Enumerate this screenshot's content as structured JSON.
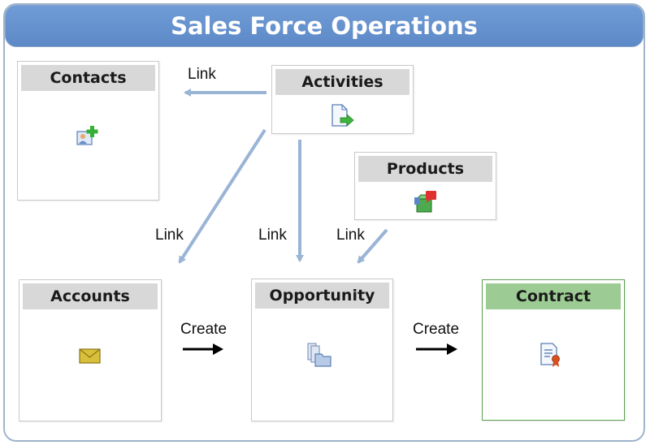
{
  "title": "Sales Force Operations",
  "nodes": {
    "contacts": {
      "label": "Contacts",
      "icon": "contact-add-icon"
    },
    "activities": {
      "label": "Activities",
      "icon": "document-forward-icon"
    },
    "products": {
      "label": "Products",
      "icon": "product-box-icon"
    },
    "accounts": {
      "label": "Accounts",
      "icon": "envelope-icon"
    },
    "opportunity": {
      "label": "Opportunity",
      "icon": "documents-folder-icon"
    },
    "contract": {
      "label": "Contract",
      "icon": "certificate-document-icon"
    }
  },
  "edges": {
    "activities_contacts": "Link",
    "activities_accounts": "Link",
    "activities_opportunity": "Link",
    "products_opportunity": "Link",
    "accounts_opportunity": "Create",
    "opportunity_contract": "Create"
  },
  "colors": {
    "banner": "#6f9bd6",
    "link_arrow": "#9ab4d6",
    "create_arrow": "#000000",
    "contract_accent": "#9ccc93"
  }
}
